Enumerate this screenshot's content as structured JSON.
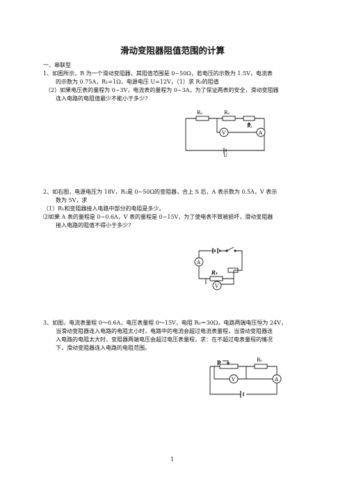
{
  "title": "滑动变阻器阻值范围的计算",
  "section": "一、串联型",
  "q1": {
    "l1": "1、如图所示，R 为一个滑动变阻器，其阻值范围是 0~50Ω，若电压的示数为 1.5V，电流表",
    "l2": "的示数为 0.75A，R₁=1Ω，电源电压 U=12V，（1）求 R₂的阻值",
    "l3": "（2）如果电压表的量程为 0~3V，电流表的量程为 0~3A，为了保证两表的安全，滑动变阻器",
    "l4": "连入电路的电阻值最少不能小于多少?",
    "fig": {
      "r2": "R₂",
      "r": "R₂",
      "r1": "R₁",
      "v": "V",
      "a": "A",
      "u": "U"
    }
  },
  "q2": {
    "l1": "2、如右图，电源电压为 18V，R₂是 0~50Ω的变阻器，合上 S 后，A 表示数为 0.5A，V 表示",
    "l2": "数为 5V，求",
    "l3": "（1）R₁和变阻器接入电路中部分的电阻是多少。",
    "l4": "⑵如果 A 表的量程是 0~0.6A，V 表的量程是 0~15V，为了使电表不致被损坏，滑动变阻器",
    "l5": "接入电路的阻值不得小于多少?",
    "fig": {
      "a": "A",
      "r1": "R₁",
      "v": "V"
    }
  },
  "q3": {
    "l1": "3、如图，电流表量程 0～0.6A，电压表量程 0～15V，电阻 R₀＝30Ω，电路两端电压恒为 24V，",
    "l2": "当滑动变阻器连入电路的电阻太小时，电路中的电流会超过电流表量程，当滑动变阻器连",
    "l3": "入电路的电阻太大时，变阻器两端电压会超过电压表量程，求：在不超过电表量程的情况",
    "l4": "下，滑动变阻器连入电路的电阻范围。",
    "fig": {
      "p": "p",
      "r0": "R₀",
      "v": "V",
      "a": "A"
    }
  },
  "page_number": "1"
}
